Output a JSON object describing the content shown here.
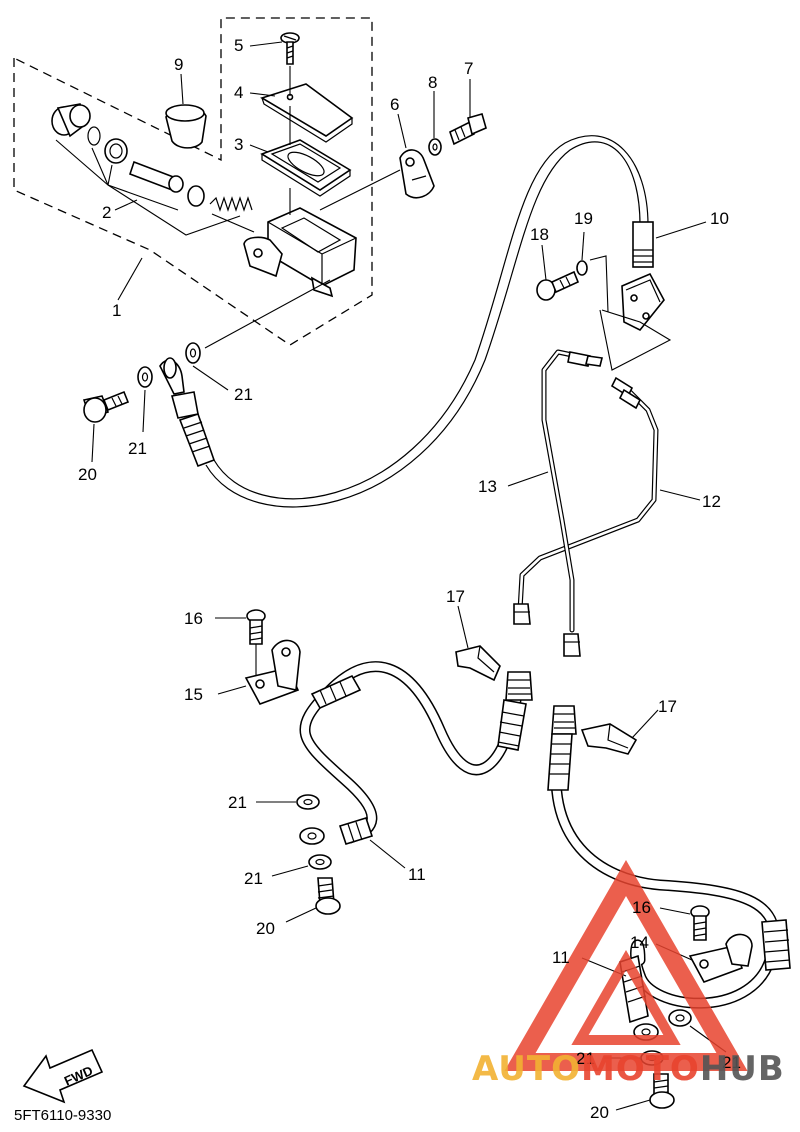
{
  "diagram": {
    "part_code": "5FT6110-9330",
    "fwd_label": "FWD",
    "callouts": {
      "c1": "1",
      "c2": "2",
      "c3": "3",
      "c4": "4",
      "c5": "5",
      "c6": "6",
      "c7": "7",
      "c8": "8",
      "c9": "9",
      "c10": "10",
      "c11a": "11",
      "c11b": "11",
      "c12": "12",
      "c13": "13",
      "c14": "14",
      "c15": "15",
      "c16a": "16",
      "c16b": "16",
      "c17a": "17",
      "c17b": "17",
      "c18": "18",
      "c19": "19",
      "c20a": "20",
      "c20b": "20",
      "c20c": "20",
      "c21a": "21",
      "c21b": "21",
      "c21c": "21",
      "c21d": "21",
      "c21e": "21",
      "c21f": "21"
    }
  },
  "watermark": {
    "part1": "AUTO",
    "part2": "MOTO",
    "part3": "HUB",
    "colors": {
      "triangle": "#e8442f",
      "auto": "#f2b233",
      "moto": "#e8442f",
      "hub": "#555555"
    }
  }
}
